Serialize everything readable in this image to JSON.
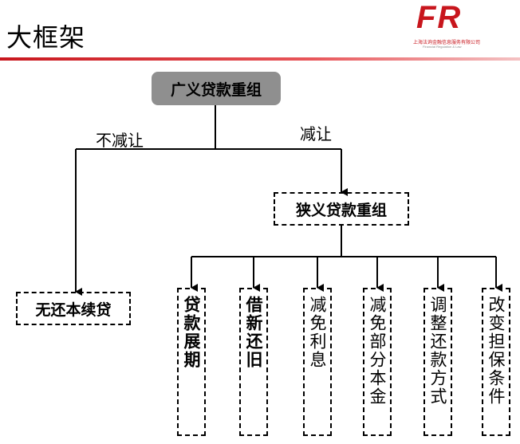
{
  "header": {
    "title": "大框架",
    "logo_mark": "FR",
    "logo_text_cn": "上海法询金融信息服务有限公司",
    "logo_text_en": "Financial Regulation & Law",
    "accent_color": "#c8161d"
  },
  "diagram": {
    "root": "广义贷款重组",
    "branch_no": {
      "edge_label": "不减让",
      "node": "无还本续贷"
    },
    "branch_yes": {
      "edge_label": "减让",
      "node": "狭义贷款重组",
      "children": [
        {
          "label": "贷款展期",
          "bold": true
        },
        {
          "label": "借新还旧",
          "bold": true
        },
        {
          "label": "减免利息",
          "bold": false
        },
        {
          "label": "减免部分本金",
          "bold": false
        },
        {
          "label": "调整还款方式",
          "bold": false
        },
        {
          "label": "改变担保条件",
          "bold": false
        }
      ]
    }
  }
}
